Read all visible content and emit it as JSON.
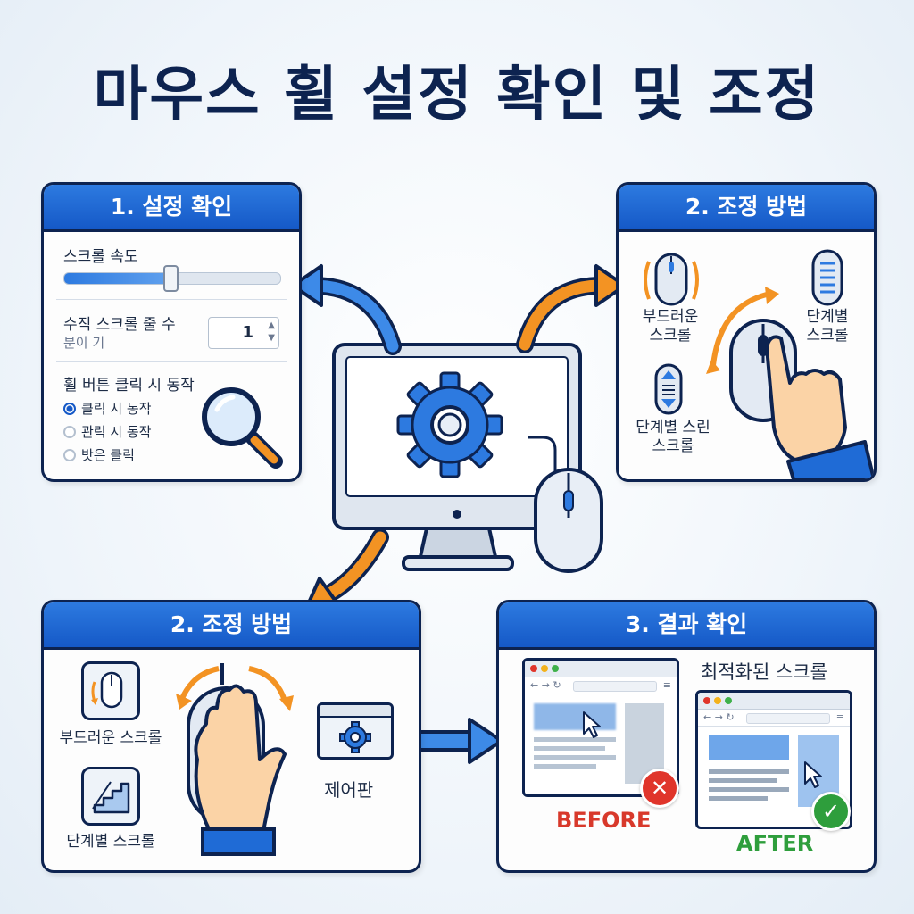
{
  "title": "마우스 휠 설정 확인 및 조정",
  "colors": {
    "brand_blue": "#1559c7",
    "navy": "#0d2350",
    "orange": "#f39323",
    "red": "#e0352b",
    "green": "#2e9e3c"
  },
  "panel_check": {
    "header": "1. 설정 확인",
    "scroll_speed_label": "스크롤 속도",
    "scroll_speed_fraction": 0.5,
    "lines_label": "수직 스크롤 줄 수",
    "lines_sub": "분이 기",
    "lines_value": "1",
    "wheel_click_label": "휠 버튼 클릭 시 동작",
    "options": [
      {
        "label": "클릭 시 동작",
        "selected": true
      },
      {
        "label": "관릭 시 동작",
        "selected": false
      },
      {
        "label": "밧은 클릭",
        "selected": false
      }
    ],
    "icon": "magnifier-icon"
  },
  "panel_adjust_top": {
    "header": "2. 조정 방법",
    "smooth_label_1": "부드러운",
    "smooth_label_2": "스크롤",
    "step_label_1": "단계별",
    "step_label_2": "스크롤",
    "step_skin_label_1": "단계별 스린",
    "step_skin_label_2": "스크롤"
  },
  "panel_adjust_bottom": {
    "header": "2. 조정 방법",
    "smooth_label": "부드러운 스크롤",
    "step_label": "단계별 스크롤",
    "control_panel_label": "제어판"
  },
  "panel_result": {
    "header": "3. 결과 확인",
    "optimized_label": "최적화된 스크롤",
    "before_label": "BEFORE",
    "after_label": "AFTER",
    "before_status": "x-icon",
    "after_status": "check-icon"
  }
}
